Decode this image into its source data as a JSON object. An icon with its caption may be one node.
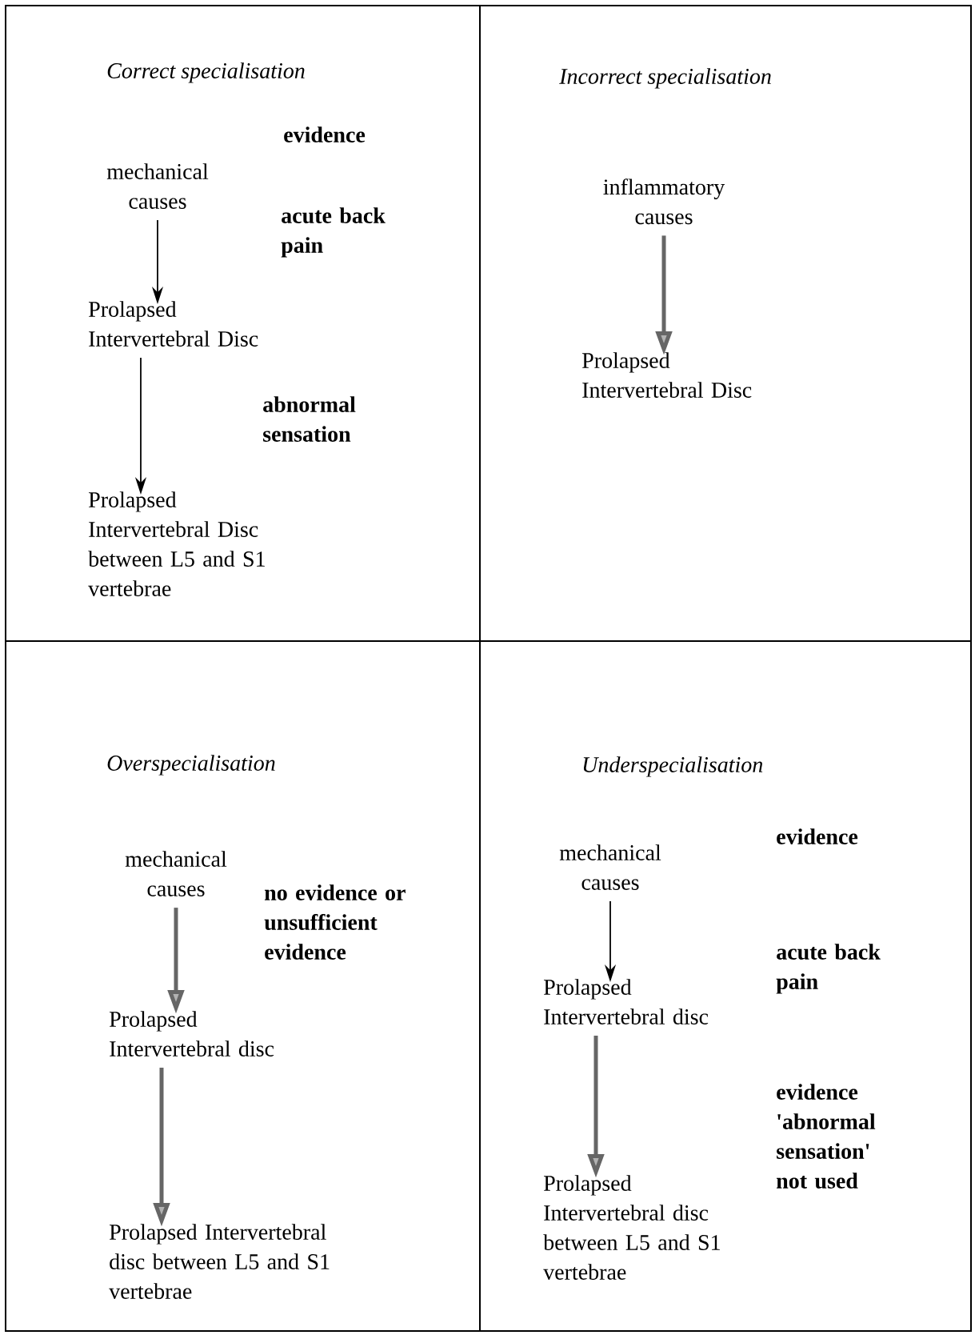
{
  "diagram": {
    "nodes": [
      {
        "text": [
          "Correct specialisation"
        ]
      },
      {
        "text": [
          "mechanical causes"
        ],
        "in": 0
      },
      {
        "text": [
          "Prolapsed Intervertebral Disc"
        ],
        "in": 0
      },
      {
        "text": [
          "Prolapsed Intervertebral Disc between L5 and S1 vertebrae"
        ],
        "in": 0
      },
      {
        "text": [
          "Incorrect specialisation"
        ]
      },
      {
        "text": [
          "inflammatory causes"
        ],
        "in": 4
      },
      {
        "text": [
          "Prolapsed Intervertebral Disc"
        ],
        "in": 4
      },
      {
        "text": [
          "Overspecialisation"
        ]
      },
      {
        "text": [
          "mechanical causes"
        ],
        "in": 7
      },
      {
        "text": [
          "Prolapsed Intervertebral disc"
        ],
        "in": 7
      },
      {
        "text": [
          "Prolapsed Intervertebral disc between L5 and S1 vertebrae"
        ],
        "in": 7
      },
      {
        "text": [
          "Underspecialisation"
        ]
      },
      {
        "text": [
          "mechanical causes"
        ],
        "in": 11
      },
      {
        "text": [
          "Prolapsed Intervertebral disc"
        ],
        "in": 11
      },
      {
        "text": [
          "Prolapsed Intervertebral disc between L5 and S1 vertebrae"
        ],
        "in": 11
      }
    ],
    "edges": [
      {
        "from": 1,
        "to": 2,
        "arrow": "to",
        "color": "#000000"
      },
      {
        "from": 2,
        "to": 3,
        "arrow": "to",
        "color": "#000000"
      },
      {
        "from": 5,
        "to": 6,
        "arrow": "to"
      },
      {
        "from": 8,
        "to": 9,
        "arrow": "to"
      },
      {
        "from": 9,
        "to": 10,
        "arrow": "to"
      },
      {
        "from": 12,
        "to": 13,
        "arrow": "to",
        "color": "#000000"
      },
      {
        "from": 13,
        "to": 14,
        "arrow": "to"
      }
    ],
    "labels": [
      "evidence",
      "acute back pain",
      "abnormal sensation",
      "no evidence or unsufficient evidence",
      "evidence",
      "acute back pain",
      "evidence 'abnormal sensation' not used"
    ]
  }
}
